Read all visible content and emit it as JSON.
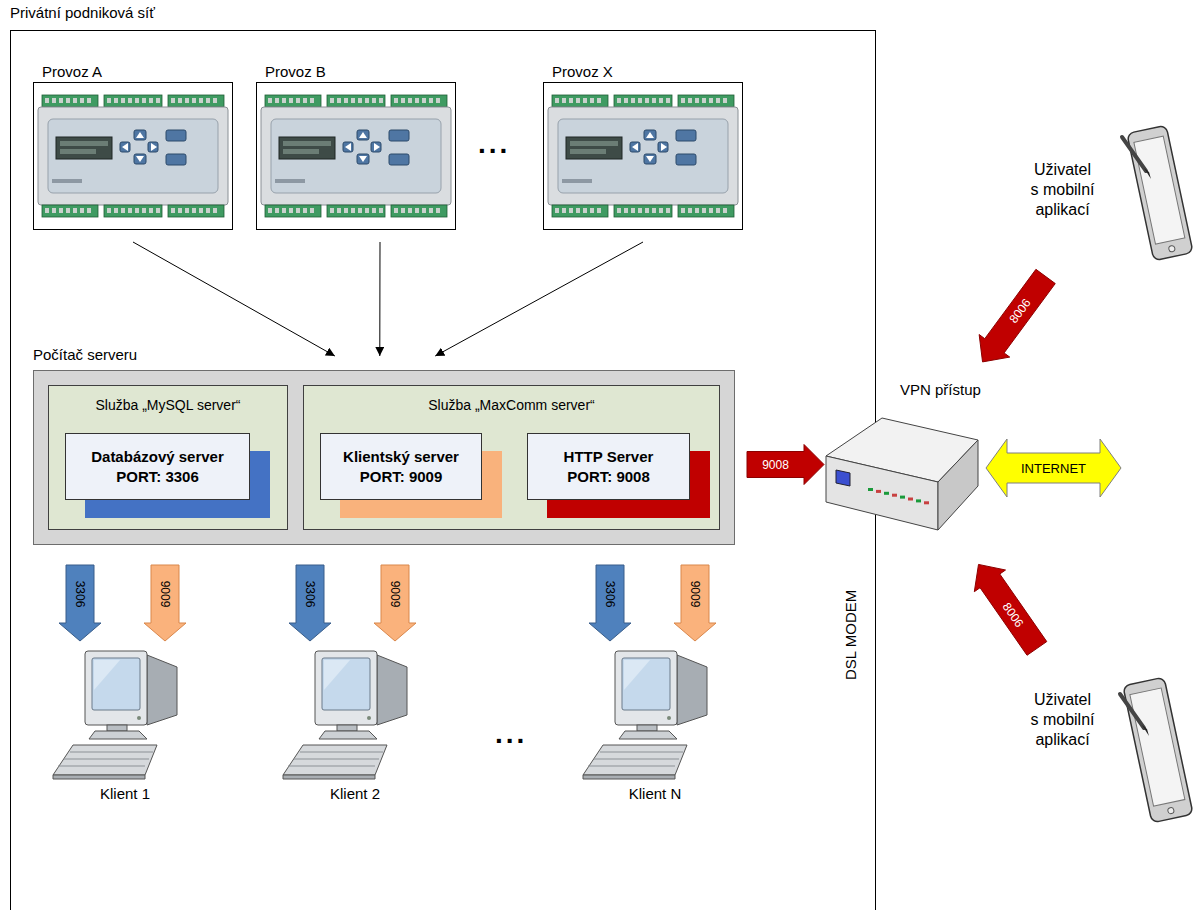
{
  "diagram": {
    "nodes": [
      {
        "text": [
          "Privátní podniková síť"
        ]
      },
      {
        "text": [
          "Provoz A"
        ],
        "in": 0
      },
      {
        "text": [
          "Provoz B"
        ],
        "in": 0
      },
      {
        "text": [
          "Provoz X"
        ],
        "in": 0
      },
      {
        "text": [
          "Počítač serveru"
        ],
        "in": 0
      },
      {
        "text": [
          "Služba „MySQL server“"
        ],
        "in": 4
      },
      {
        "text": [
          "Databázový server",
          "PORT: 3306"
        ],
        "in": 5
      },
      {
        "text": [
          "Služba „MaxComm server“"
        ],
        "in": 4
      },
      {
        "text": [
          "Klientský server",
          "PORT: 9009"
        ],
        "in": 7
      },
      {
        "text": [
          "HTTP Server",
          "PORT: 9008"
        ],
        "in": 7
      },
      {
        "text": [
          "Klient 1"
        ],
        "in": 0
      },
      {
        "text": [
          "Klient 2"
        ],
        "in": 0
      },
      {
        "text": [
          "Klient N"
        ],
        "in": 0
      },
      {
        "text": [
          "VPN přístup",
          "DSL MODEM"
        ]
      },
      {
        "text": [
          "INTERNET"
        ]
      },
      {
        "text": [
          "Uživatel s mobilní aplikací"
        ]
      },
      {
        "text": [
          "Uživatel s mobilní aplikací"
        ]
      }
    ],
    "edges": [
      {
        "from": 1,
        "to": 4,
        "arrow": "to"
      },
      {
        "from": 2,
        "to": 4,
        "arrow": "to"
      },
      {
        "from": 3,
        "to": 4,
        "arrow": "to"
      },
      {
        "from": 4,
        "to": 10,
        "label": "3306",
        "arrow": "to"
      },
      {
        "from": 4,
        "to": 10,
        "label": "9009",
        "arrow": "to"
      },
      {
        "from": 4,
        "to": 11,
        "label": "3306",
        "arrow": "to"
      },
      {
        "from": 4,
        "to": 11,
        "label": "9009",
        "arrow": "to"
      },
      {
        "from": 4,
        "to": 12,
        "label": "3306",
        "arrow": "to"
      },
      {
        "from": 4,
        "to": 12,
        "label": "9009",
        "arrow": "to"
      },
      {
        "from": 4,
        "to": 13,
        "label": "9008",
        "arrow": "to"
      },
      {
        "from": 15,
        "to": 13,
        "label": "8006",
        "arrow": "to"
      },
      {
        "from": 16,
        "to": 13,
        "label": "8006",
        "arrow": "to"
      }
    ],
    "labels": [
      "...",
      "..."
    ]
  }
}
